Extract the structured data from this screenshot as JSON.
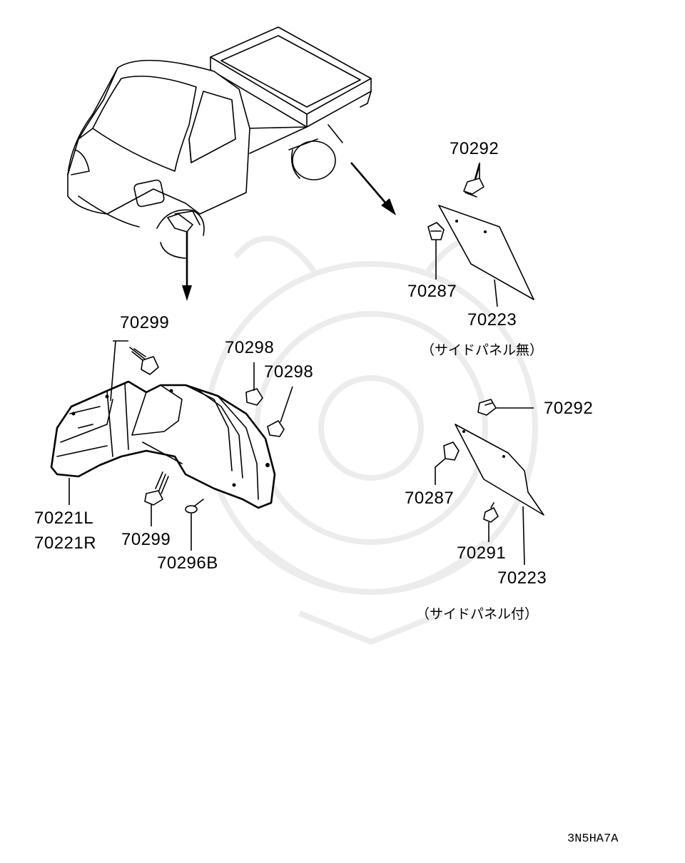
{
  "parts": {
    "splash_bolt_top": "70292",
    "clip_no_panel": "70287",
    "panel_no_side": "70223",
    "note_no_side_panel": "（サイドパネル無）",
    "liner_bolt_top": "70299",
    "clip_a": "70298",
    "clip_b": "70298",
    "liner_left": "70221L",
    "liner_right": "70221R",
    "liner_bolt_bottom": "70299",
    "liner_screw": "70296B",
    "splash_bolt_side": "70292",
    "clip_with_panel": "70287",
    "panel_clip_small": "70291",
    "panel_with_side": "70223",
    "note_with_side_panel": "（サイドパネル付）"
  },
  "diagram_code": "3N5HA7A"
}
